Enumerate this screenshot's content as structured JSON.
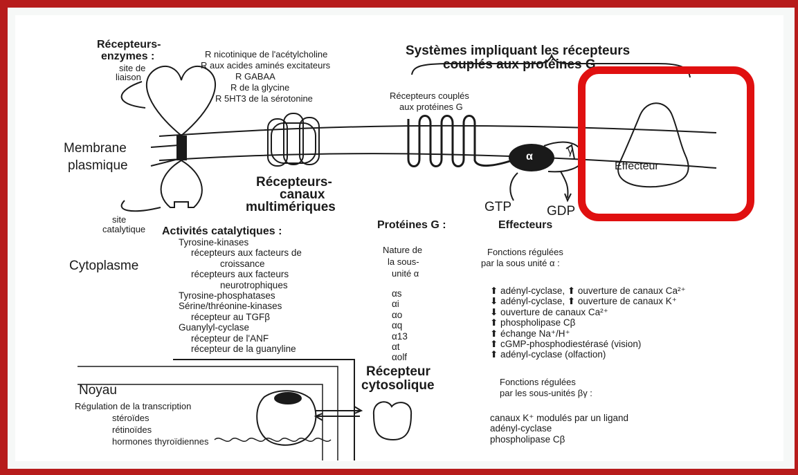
{
  "header": {
    "title_line1": "Systèmes impliquant les récepteurs",
    "title_line2": "couplés aux protéines G"
  },
  "receptor_enzymes": {
    "title_line1": "Récepteurs-",
    "title_line2": "enzymes :",
    "binding_site_line1": "site de",
    "binding_site_line2": "liaison",
    "catalytic_site_line1": "site",
    "catalytic_site_line2": "catalytique"
  },
  "channel_receptors": {
    "items": [
      "R nicotinique de l'acétylcholine",
      "R aux acides aminés excitateurs",
      "R GABAA",
      "R de la glycine",
      "R 5HT3 de la sérotonine"
    ],
    "title_line1": "Récepteurs-",
    "title_line2": "canaux",
    "title_line3": "multimériques"
  },
  "gpcr_label_line1": "Récepteurs couplés",
  "gpcr_label_line2": "aux protéines G",
  "membrane_line1": "Membrane",
  "membrane_line2": "plasmique",
  "alpha_symbol": "α",
  "gamma_symbol": "γ",
  "gtp_label": "GTP",
  "gdp_label": "GDP",
  "effector_label": "Effecteur",
  "cytoplasm_label": "Cytoplasme",
  "catalytic": {
    "title": "Activités catalytiques :",
    "lines": [
      "Tyrosine-kinases",
      "récepteurs aux facteurs de",
      "croissance",
      "récepteurs aux facteurs",
      "neurotrophiques",
      "Tyrosine-phosphatases",
      "Sérine/thréonine-kinases",
      "récepteur au TGFβ",
      "Guanylyl-cyclase",
      "récepteur de l'ANF",
      "récepteur de la guanyline"
    ]
  },
  "g_proteins": {
    "title": "Protéines G :",
    "nature_line1": "Nature de",
    "nature_line2": "la sous-",
    "nature_line3": "unité α",
    "subunits": [
      "αs",
      "αi",
      "αo",
      "αq",
      "α13",
      "αt",
      "αolf"
    ]
  },
  "effectors": {
    "title": "Effecteurs",
    "alpha_head_line1": "Fonctions régulées",
    "alpha_head_line2": "par la sous unité α :",
    "alpha_functions": [
      "⬆ adényl-cyclase, ⬆ ouverture de canaux Ca²⁺",
      "⬇ adényl-cyclase, ⬆ ouverture de canaux K⁺",
      "⬇ ouverture de canaux Ca²⁺",
      "⬆ phospholipase Cβ",
      "⬆ échange Na⁺/H⁺",
      "⬆ cGMP-phosphodiestérasé (vision)",
      "⬆ adényl-cyclase (olfaction)"
    ],
    "bg_head_line1": "Fonctions régulées",
    "bg_head_line2": "par les sous-unités βγ :",
    "bg_functions": [
      "canaux K⁺ modulés par un ligand",
      "adényl-cyclase",
      "phospholipase Cβ"
    ]
  },
  "cytosolic": {
    "title_line1": "Récepteur",
    "title_line2": "cytosolique"
  },
  "nucleus": {
    "title": "Noyau",
    "lines": [
      "Régulation de la transcription",
      "stéroïdes",
      "rétinoïdes",
      "hormones thyroïdiennes"
    ]
  },
  "colors": {
    "frame": "#b71c1c",
    "highlight": "#e01010",
    "ink": "#1a1a1a"
  }
}
